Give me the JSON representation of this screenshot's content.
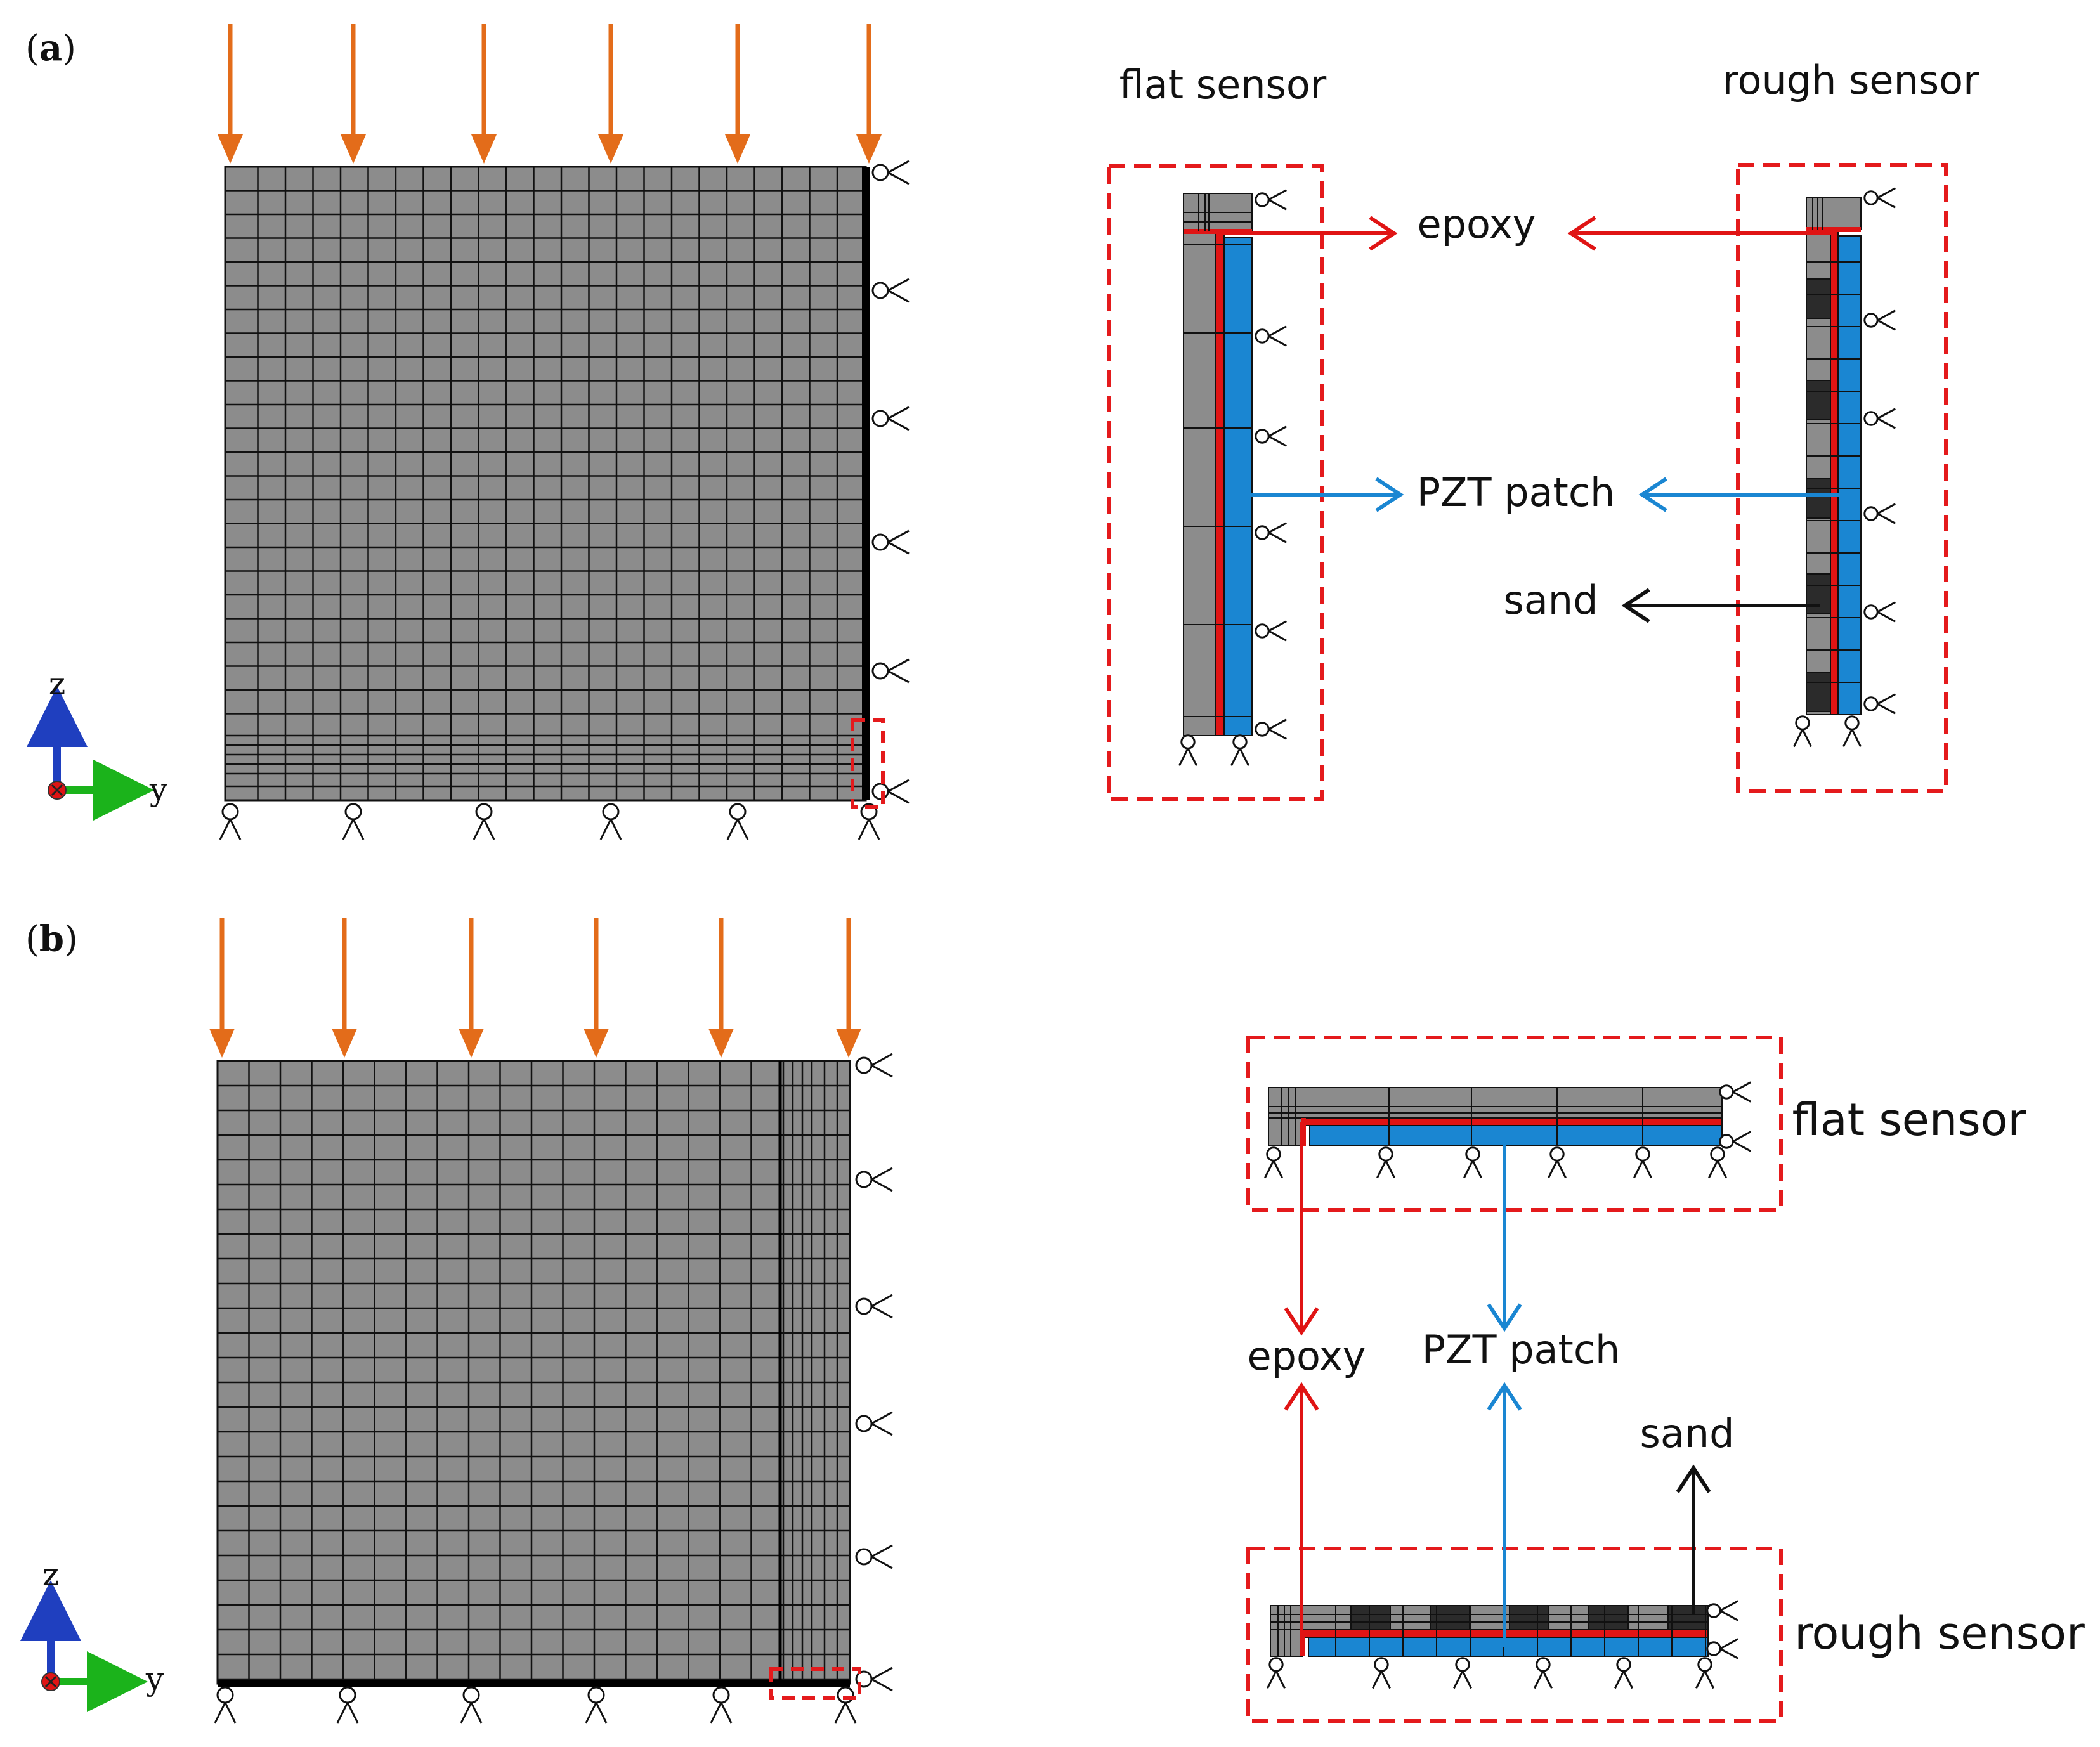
{
  "panels": [
    {
      "label_open": "(",
      "label_letter": "a",
      "label_close": ")"
    },
    {
      "label_open": "(",
      "label_letter": "b",
      "label_close": ")"
    }
  ],
  "axes": {
    "z": "z",
    "y": "y"
  },
  "labels": {
    "flat_sensor": "flat sensor",
    "rough_sensor": "rough sensor",
    "epoxy": "epoxy",
    "pzt_patch": "PZT patch",
    "sand": "sand"
  },
  "colors": {
    "mesh": "#8c8c8c",
    "load_arrow": "#e36c1a",
    "epoxy": "#e01414",
    "pzt": "#1a86d2",
    "sand": "#2b2b2b",
    "dash_box": "#e41a1c",
    "axis_z": "#1f3fbf",
    "axis_y": "#1bb31b"
  }
}
